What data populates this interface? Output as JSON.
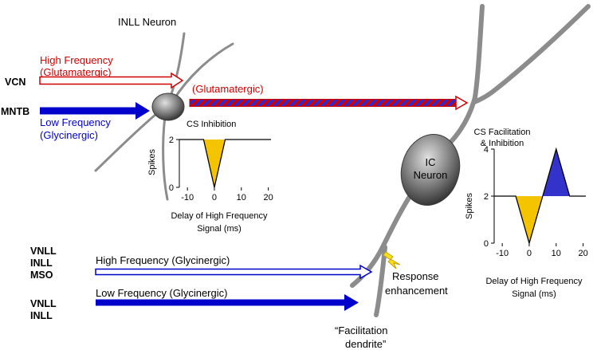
{
  "labels": {
    "inll_neuron": "INLL Neuron",
    "vcn": "VCN",
    "mntb": "MNTB",
    "high_freq_glut_line1": "High Frequency",
    "high_freq_glut_line2": "(Glutamatergic)",
    "low_freq_gly_line1": "Low Frequency",
    "low_freq_gly_line2": "(Glycinergic)",
    "glutamatergic": "(Glutamatergic)",
    "ic_neuron_line1": "IC",
    "ic_neuron_line2": "Neuron",
    "vnll_inll_mso": [
      "VNLL",
      "INLL",
      "MSO"
    ],
    "vnll_inll": [
      "VNLL",
      "INLL"
    ],
    "high_freq_gly": "High Frequency   (Glycinergic)",
    "low_freq_gly": "Low Frequency  (Glycinergic)",
    "response_line1": "Response",
    "response_line2": "enhancement",
    "facilitation_line1": "“Facilitation",
    "facilitation_line2": "dendrite”"
  },
  "colors": {
    "red": "#d00000",
    "blue": "#0000cc",
    "gold": "#f5c400",
    "gray": "#8c8c8c"
  },
  "chart_data": [
    {
      "type": "line",
      "title": "CS Inhibition",
      "xlabel_line1": "Delay of High Frequency",
      "xlabel_line2": "Signal (ms)",
      "ylabel": "Spikes",
      "x_ticks": [
        "-10",
        "0",
        "10",
        "20"
      ],
      "y_ticks": [
        "0",
        "2"
      ],
      "xlim": [
        -13,
        21
      ],
      "ylim": [
        0,
        2
      ],
      "x": [
        -13,
        -4,
        0,
        4,
        21
      ],
      "y": [
        2,
        2,
        0,
        2,
        2
      ],
      "fills": [
        {
          "color": "#f5c400",
          "x": [
            -4,
            0,
            4
          ],
          "y": [
            2,
            0,
            2
          ]
        }
      ]
    },
    {
      "type": "line",
      "title_line1": "CS Facilitation",
      "title_line2": "& Inhibition",
      "xlabel_line1": "Delay of High Frequency",
      "xlabel_line2": "Signal (ms)",
      "ylabel": "Spikes",
      "x_ticks": [
        "-10",
        "0",
        "10",
        "20"
      ],
      "y_ticks": [
        "0",
        "2",
        "4"
      ],
      "xlim": [
        -13,
        21
      ],
      "ylim": [
        0,
        4
      ],
      "x": [
        -13,
        -5,
        0,
        5,
        10,
        15,
        21
      ],
      "y": [
        2,
        2,
        0,
        2,
        4,
        2,
        2
      ],
      "fills": [
        {
          "color": "#f5c400",
          "x": [
            -5,
            0,
            5
          ],
          "y": [
            2,
            0,
            2
          ]
        },
        {
          "color": "#3333cc",
          "x": [
            5,
            10,
            15
          ],
          "y": [
            2,
            4,
            2
          ]
        }
      ]
    }
  ]
}
